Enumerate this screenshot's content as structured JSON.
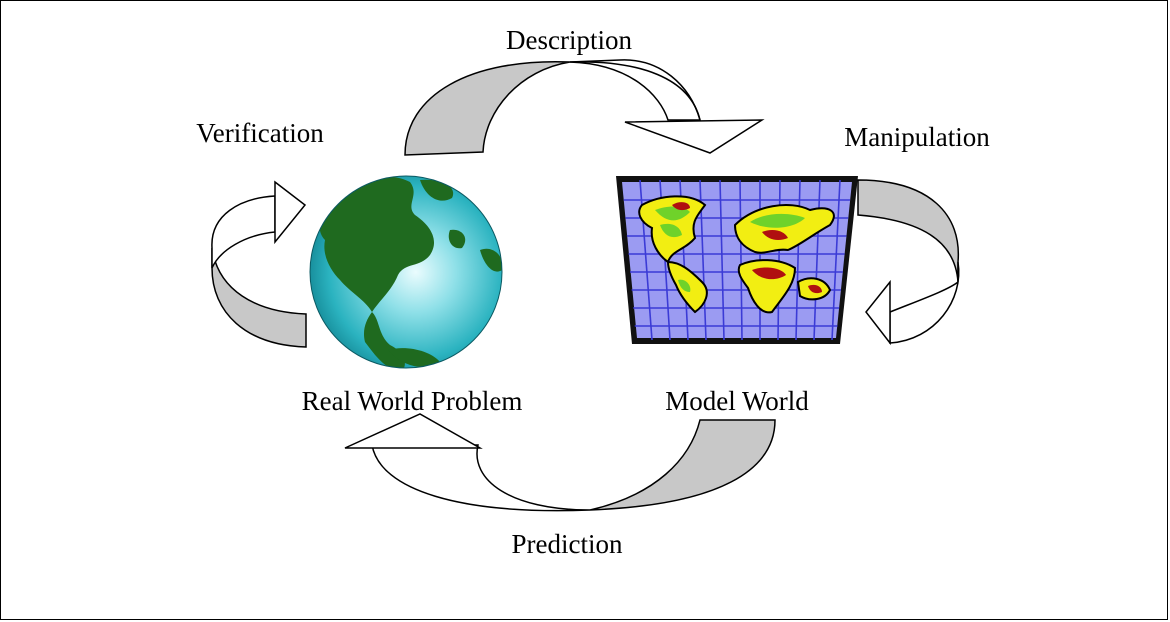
{
  "labels": {
    "description": "Description",
    "manipulation": "Manipulation",
    "verification": "Verification",
    "real_world": "Real World Problem",
    "model_world": "Model World",
    "prediction": "Prediction"
  },
  "colors": {
    "outline": "#000000",
    "arrow_fill": "#ffffff",
    "arrow_shade": "#c8c8c8",
    "ocean": "#2bb3c0",
    "ocean_highlight": "#dff7fa",
    "land": "#1f6a1f",
    "map_background": "#9b9bf2",
    "map_grid": "#3b3bd6",
    "map_yellow": "#f2ee12",
    "map_green": "#6fd22a",
    "map_red": "#b01010",
    "map_frame": "#111111"
  },
  "icons": [
    "globe-icon",
    "world-map-icon"
  ]
}
